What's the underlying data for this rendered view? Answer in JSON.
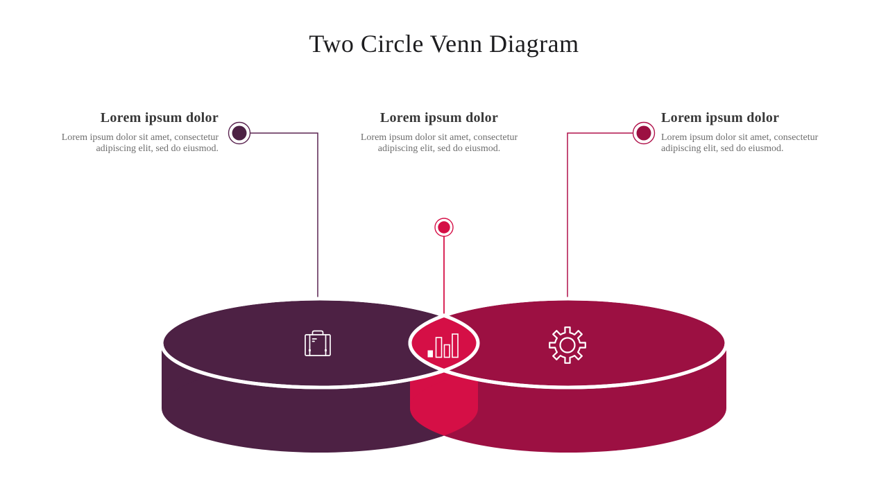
{
  "title": "Two Circle Venn Diagram",
  "blocks": {
    "left": {
      "heading": "Lorem ipsum dolor",
      "body": "Lorem ipsum dolor sit amet, consectetur adipiscing elit, sed do eiusmod."
    },
    "center": {
      "heading": "Lorem ipsum dolor",
      "body": "Lorem ipsum dolor sit amet, consectetur adipiscing elit, sed do eiusmod."
    },
    "right": {
      "heading": "Lorem ipsum dolor",
      "body": "Lorem ipsum dolor sit amet, consectetur adipiscing elit, sed do eiusmod."
    }
  },
  "icons": {
    "left": "briefcase-icon",
    "center": "bar-chart-icon",
    "right": "gear-icon"
  },
  "colors": {
    "purple": "#4d2144",
    "dark_crimson": "#9c1042",
    "bright_crimson": "#d50f46",
    "purple_line": "#5a2450",
    "crimson_line": "#b0114a",
    "white": "#ffffff",
    "title": "#1d1d1f",
    "heading": "#383838",
    "body": "#6e6e6e"
  }
}
